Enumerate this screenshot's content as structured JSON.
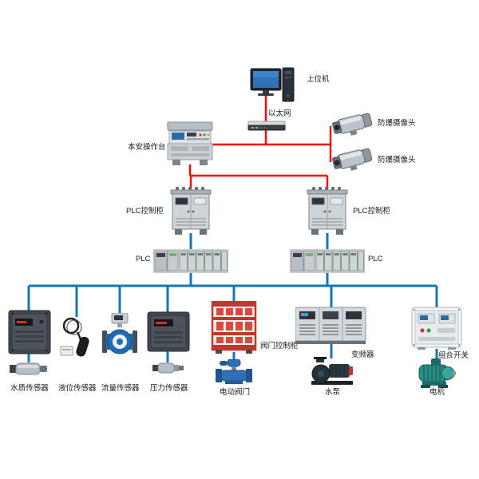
{
  "colors": {
    "control_line": "#ff0000",
    "field_line": "#1577b5"
  },
  "nodes": {
    "host_computer": "上位机",
    "ethernet": "以太网",
    "console": "本安操作台",
    "camera_top": "防爆摄像头",
    "camera_bottom": "防爆摄像头",
    "plc_cabinet_left": "PLC控制柜",
    "plc_cabinet_right": "PLC控制柜",
    "plc_left": "PLC",
    "plc_right": "PLC",
    "water_quality_sensor": "水质传感器",
    "level_sensor": "液位传感器",
    "flow_sensor": "流量传感器",
    "pressure_sensor": "压力传感器",
    "valve_cabinet": "阀门控制柜",
    "electric_valve": "电动阀门",
    "inverter": "变频器",
    "pump": "水泵",
    "combination_switch": "组合开关",
    "motor": "电机"
  }
}
